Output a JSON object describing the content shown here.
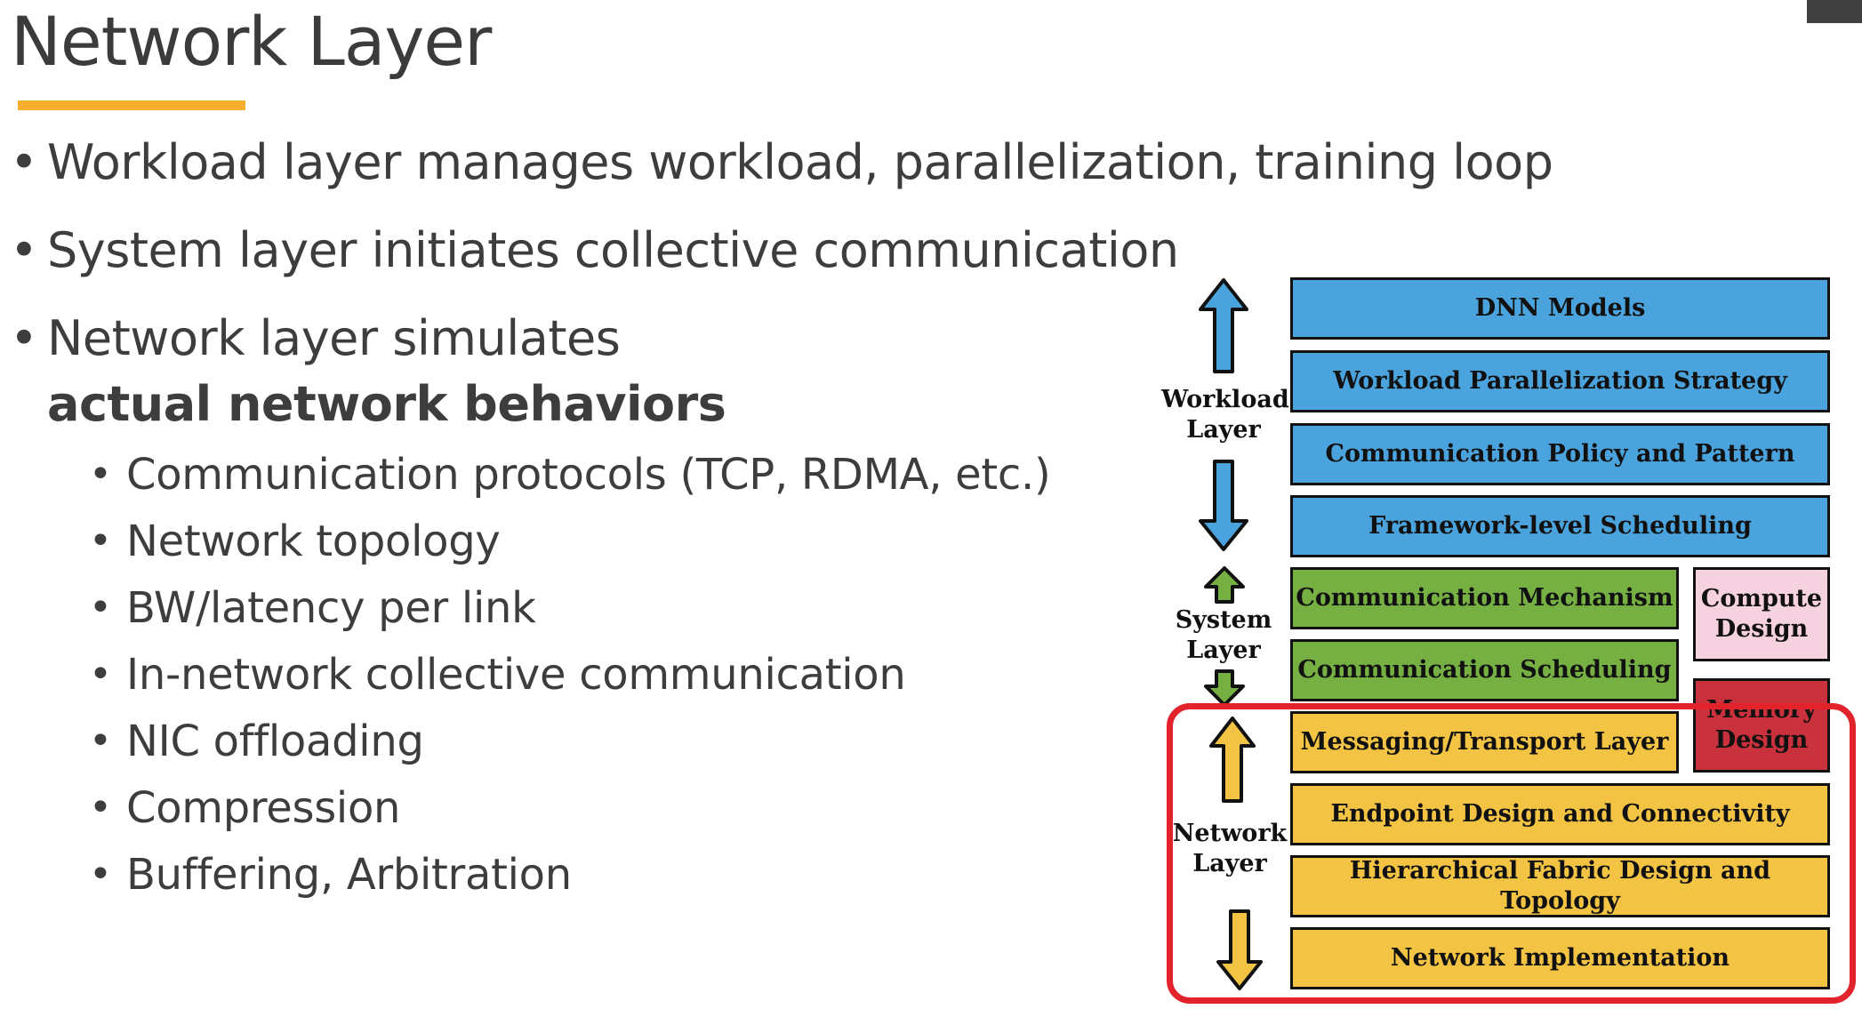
{
  "slide": {
    "title": "Network Layer",
    "accent_color": "#f6ae2d"
  },
  "bullets": [
    {
      "text": "Workload layer manages workload, parallelization, training loop"
    },
    {
      "text": "System layer initiates collective communication"
    },
    {
      "text": "Network layer simulates",
      "bold": "actual network behaviors"
    }
  ],
  "sub_bullets": [
    "Communication protocols (TCP, RDMA, etc.)",
    "Network topology",
    "BW/latency per link",
    "In-network collective communication",
    "NIC offloading",
    "Compression",
    "Buffering, Arbitration"
  ],
  "diagram": {
    "layers": {
      "workload": "Workload Layer",
      "system": "System Layer",
      "network": "Network Layer"
    },
    "workload_boxes": [
      "DNN Models",
      "Workload Parallelization Strategy",
      "Communication Policy and Pattern",
      "Framework-level Scheduling"
    ],
    "system_boxes": [
      "Communication Mechanism",
      "Communication Scheduling"
    ],
    "side_boxes": {
      "compute": "Compute Design",
      "memory": "Memory Design"
    },
    "network_boxes": [
      "Messaging/Transport Layer",
      "Endpoint Design and Connectivity",
      "Hierarchical Fabric Design and Topology",
      "Network Implementation"
    ],
    "colors": {
      "workload": "#4aa3dc",
      "system": "#76b043",
      "network": "#f3c443",
      "compute": "#f6d2e0",
      "memory": "#c9313c",
      "highlight": "#e3232b"
    }
  }
}
